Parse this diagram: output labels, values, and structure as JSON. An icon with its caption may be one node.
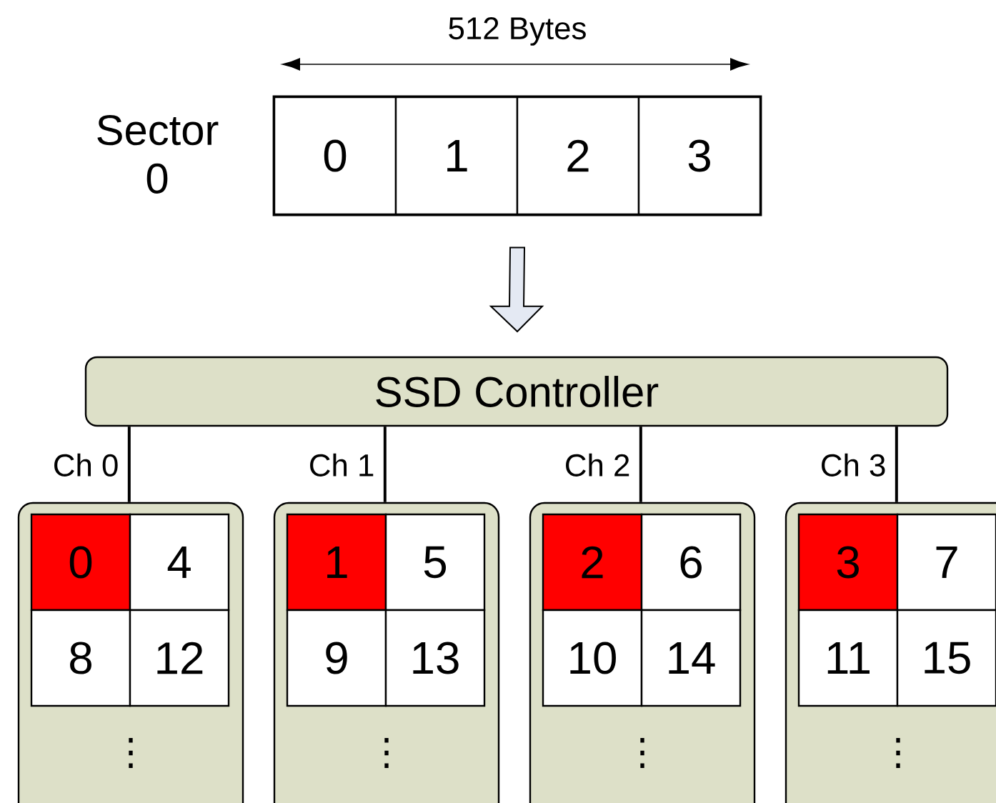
{
  "diagram": {
    "nodes": [
      {
        "text": [],
        "shape": "box",
        "beside": [
          "Sector 0"
        ]
      },
      {
        "text": [
          "0"
        ],
        "in": 0
      },
      {
        "text": [
          "1"
        ],
        "in": 0
      },
      {
        "text": [
          "2"
        ],
        "in": 0
      },
      {
        "text": [
          "3"
        ],
        "in": 0
      },
      {
        "text": [
          "SSD Controller"
        ]
      },
      {
        "text": [
          "⋮"
        ]
      },
      {
        "text": [
          "0"
        ],
        "in": 6
      },
      {
        "text": [
          "4"
        ],
        "in": 6
      },
      {
        "text": [
          "8"
        ],
        "in": 6
      },
      {
        "text": [
          "12"
        ],
        "in": 6
      },
      {
        "text": [
          "⋮"
        ]
      },
      {
        "text": [
          "1"
        ],
        "in": 11
      },
      {
        "text": [
          "5"
        ],
        "in": 11
      },
      {
        "text": [
          "9"
        ],
        "in": 11
      },
      {
        "text": [
          "13"
        ],
        "in": 11
      },
      {
        "text": [
          "⋮"
        ]
      },
      {
        "text": [
          "2"
        ],
        "in": 16
      },
      {
        "text": [
          "6"
        ],
        "in": 16
      },
      {
        "text": [
          "10"
        ],
        "in": 16
      },
      {
        "text": [
          "14"
        ],
        "in": 16
      },
      {
        "text": [
          "⋮"
        ]
      },
      {
        "text": [
          "3"
        ],
        "in": 21
      },
      {
        "text": [
          "7"
        ],
        "in": 21
      },
      {
        "text": [
          "11"
        ],
        "in": 21
      },
      {
        "text": [
          "15"
        ],
        "in": 21
      }
    ],
    "edges": [
      {
        "from": 0,
        "to": 5,
        "arrow": "to"
      },
      {
        "from": 5,
        "to": 6,
        "arrow": "none",
        "label": "Ch 0"
      },
      {
        "from": 5,
        "to": 11,
        "arrow": "none",
        "label": "Ch 1"
      },
      {
        "from": 5,
        "to": 16,
        "arrow": "none",
        "label": "Ch 2"
      },
      {
        "from": 5,
        "to": 21,
        "arrow": "none",
        "label": "Ch 3"
      }
    ],
    "labels": [
      "512 Bytes"
    ]
  }
}
